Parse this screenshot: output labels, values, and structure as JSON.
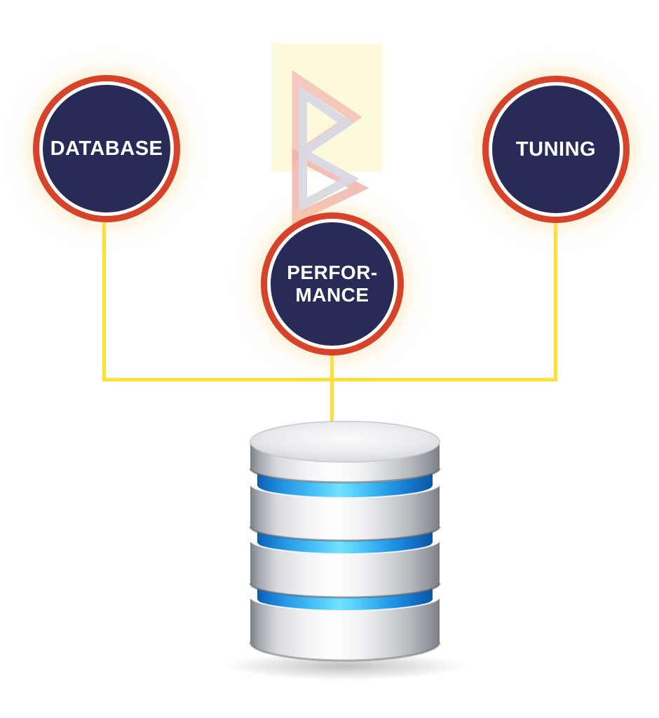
{
  "nodes": [
    {
      "id": "database",
      "label": "DATABASE"
    },
    {
      "id": "performance",
      "label_line1": "PERFOR-",
      "label_line2": "MANCE"
    },
    {
      "id": "tuning",
      "label": "TUNING"
    }
  ],
  "icons": {
    "center_icon": "database-cylinder-icon",
    "background_icon": "company-logo-watermark"
  },
  "colors": {
    "node_fill": "#272b55",
    "node_ring_red": "#d7422a",
    "node_ring_white": "#ffffff",
    "connector": "#ffdf35",
    "band_blue": "#2fa8ee",
    "silver": "#d9dcdf",
    "watermark_panel": "#fcf8da",
    "watermark_gray": "#d8d9e4",
    "watermark_pink": "#f3bcb6"
  }
}
